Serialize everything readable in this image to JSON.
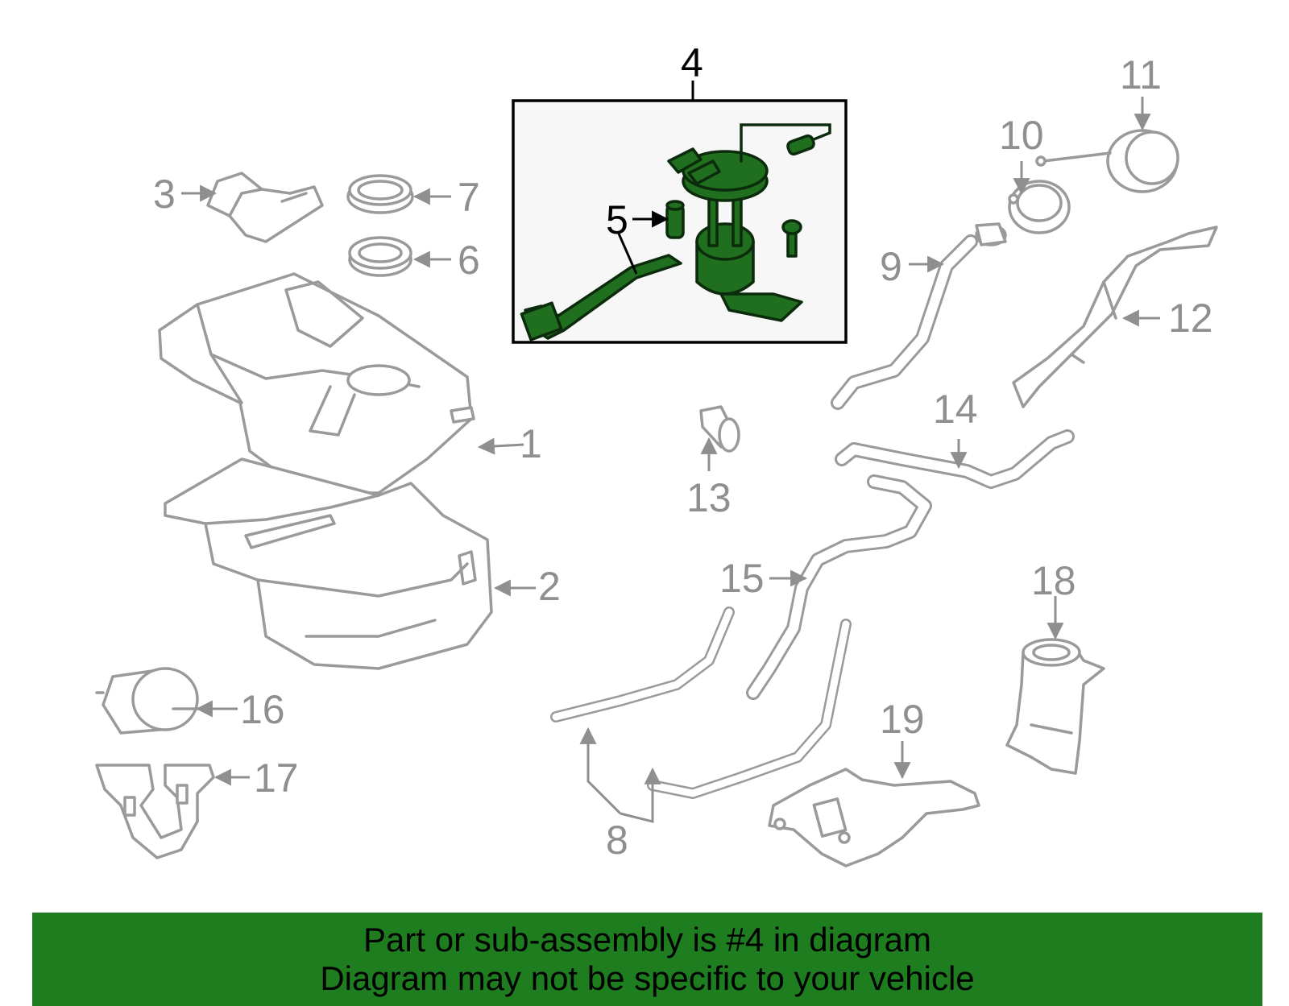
{
  "callouts": {
    "c1": "1",
    "c2": "2",
    "c3": "3",
    "c4": "4",
    "c5": "5",
    "c6": "6",
    "c7": "7",
    "c8": "8",
    "c9": "9",
    "c10": "10",
    "c11": "11",
    "c12": "12",
    "c13": "13",
    "c14": "14",
    "c15": "15",
    "c16": "16",
    "c17": "17",
    "c18": "18",
    "c19": "19"
  },
  "highlighted_part": "4",
  "colors": {
    "highlight_fill": "#1f6f1f",
    "part_outline": "#9a9a9a",
    "banner_background": "#1e7d1e"
  },
  "banner": {
    "line1": "Part or sub-assembly is #4 in diagram",
    "line2": "Diagram may not be specific to your vehicle"
  }
}
